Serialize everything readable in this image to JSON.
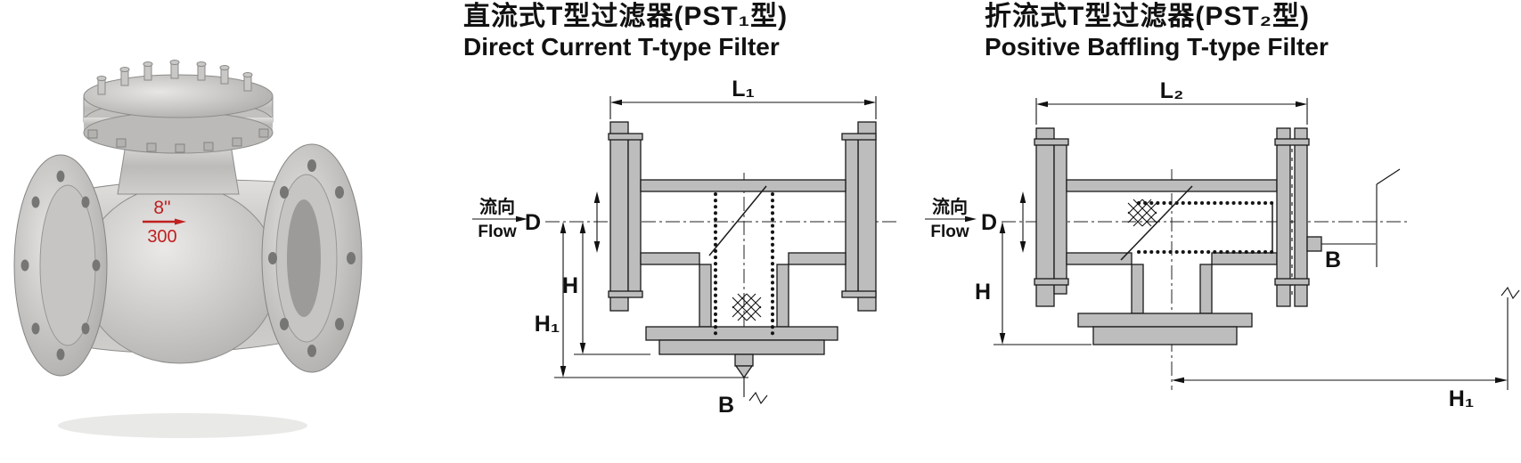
{
  "page": {
    "background": "#ffffff"
  },
  "photo": {
    "alt": "PST T-type filter product photo",
    "marking_size": "8\"",
    "marking_rating": "300",
    "marking_color": "#c02020"
  },
  "diagram_left": {
    "title_zh": "直流式T型过滤器(PST₁型)",
    "title_en": "Direct Current T-type Filter",
    "labels": {
      "l": "L₁",
      "flow_zh": "流向",
      "flow_en": "Flow",
      "d": "D",
      "h": "H",
      "h1": "H₁",
      "b": "B"
    }
  },
  "diagram_right": {
    "title_zh": "折流式T型过滤器(PST₂型)",
    "title_en": "Positive Baffling T-type Filter",
    "labels": {
      "l": "L₂",
      "flow_zh": "流向",
      "flow_en": "Flow",
      "d": "D",
      "h": "H",
      "h1": "H₁",
      "b": "B"
    }
  }
}
